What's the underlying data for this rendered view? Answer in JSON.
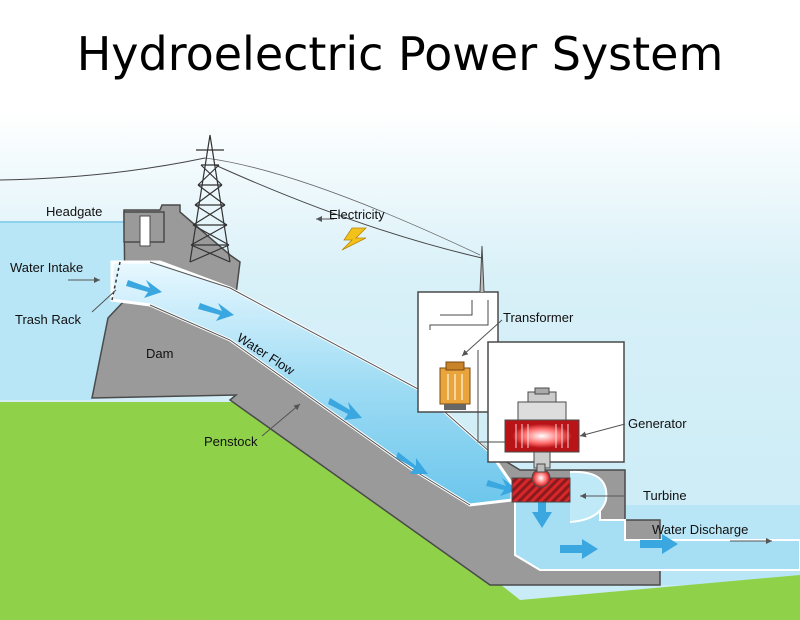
{
  "title": "Hydroelectric Power System",
  "labels": {
    "headgate": "Headgate",
    "electricity": "Electricity",
    "water_intake": "Water Intake",
    "trash_rack": "Trash Rack",
    "dam": "Dam",
    "water_flow": "Water Flow",
    "transformer": "Transformer",
    "generator": "Generator",
    "penstock": "Penstock",
    "turbine": "Turbine",
    "water_discharge": "Water Discharge"
  },
  "colors": {
    "sky": "#d8f0f8",
    "water": "#b9e6f6",
    "water_dark": "#3aa7e0",
    "grass": "#8fd24a",
    "dam": "#9a9a9a",
    "dam_outline": "#4a4a4a",
    "generator": "#d9262a",
    "transformer": "#e9a53c",
    "bolt": "#f2c21a"
  }
}
